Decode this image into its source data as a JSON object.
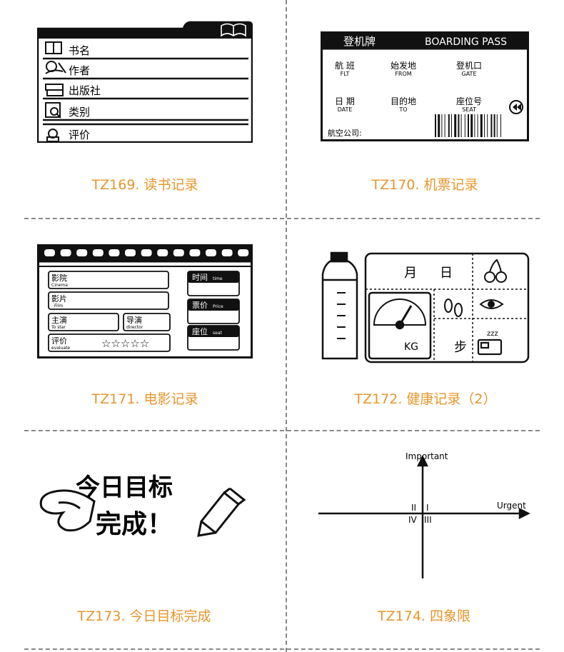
{
  "captions": [
    "TZ169. 读书记录",
    "TZ170. 机票记录",
    "TZ171. 电影记录",
    "TZ172. 健康记录（2）",
    "TZ173. 今日目标完成",
    "TZ174. 四象限"
  ],
  "t169": {
    "items": [
      "书名",
      "作者",
      "出版社",
      "类别",
      "评价"
    ]
  },
  "t170": {
    "title_cn": "登机牌",
    "title_en": "BOARDING PASS",
    "f1_cn": "航 班",
    "f1_en": "FLT",
    "f2_cn": "始发地",
    "f2_en": "FROM",
    "f3_cn": "登机口",
    "f3_en": "GATE",
    "f4_cn": "日 期",
    "f4_en": "DATE",
    "f5_cn": "目的地",
    "f5_en": "TO",
    "f6_cn": "座位号",
    "f6_en": "SEAT",
    "airline": "航空公司:"
  },
  "t171": {
    "cinema_cn": "影院",
    "cinema_en": "Cinema",
    "film_cn": "影片",
    "film_en": "Film",
    "star_cn": "主演",
    "star_en": "To star",
    "director_cn": "导演",
    "director_en": "director",
    "eval_cn": "评价",
    "eval_en": "evaluate",
    "stars": "☆☆☆☆☆",
    "time_cn": "时间",
    "time_en": "time",
    "price_cn": "票价",
    "price_en": "Price",
    "seat_cn": "座位",
    "seat_en": "seat"
  },
  "t172": {
    "month": "月",
    "day": "日",
    "kg": "KG",
    "steps": "步",
    "zzz": "zzz"
  },
  "t173": {
    "line1": "今日目标",
    "line2": "完成！"
  },
  "t174": {
    "y_label": "Important",
    "x_label": "Urgent",
    "q1": "I",
    "q2": "II",
    "q3": "III",
    "q4": "IV"
  }
}
